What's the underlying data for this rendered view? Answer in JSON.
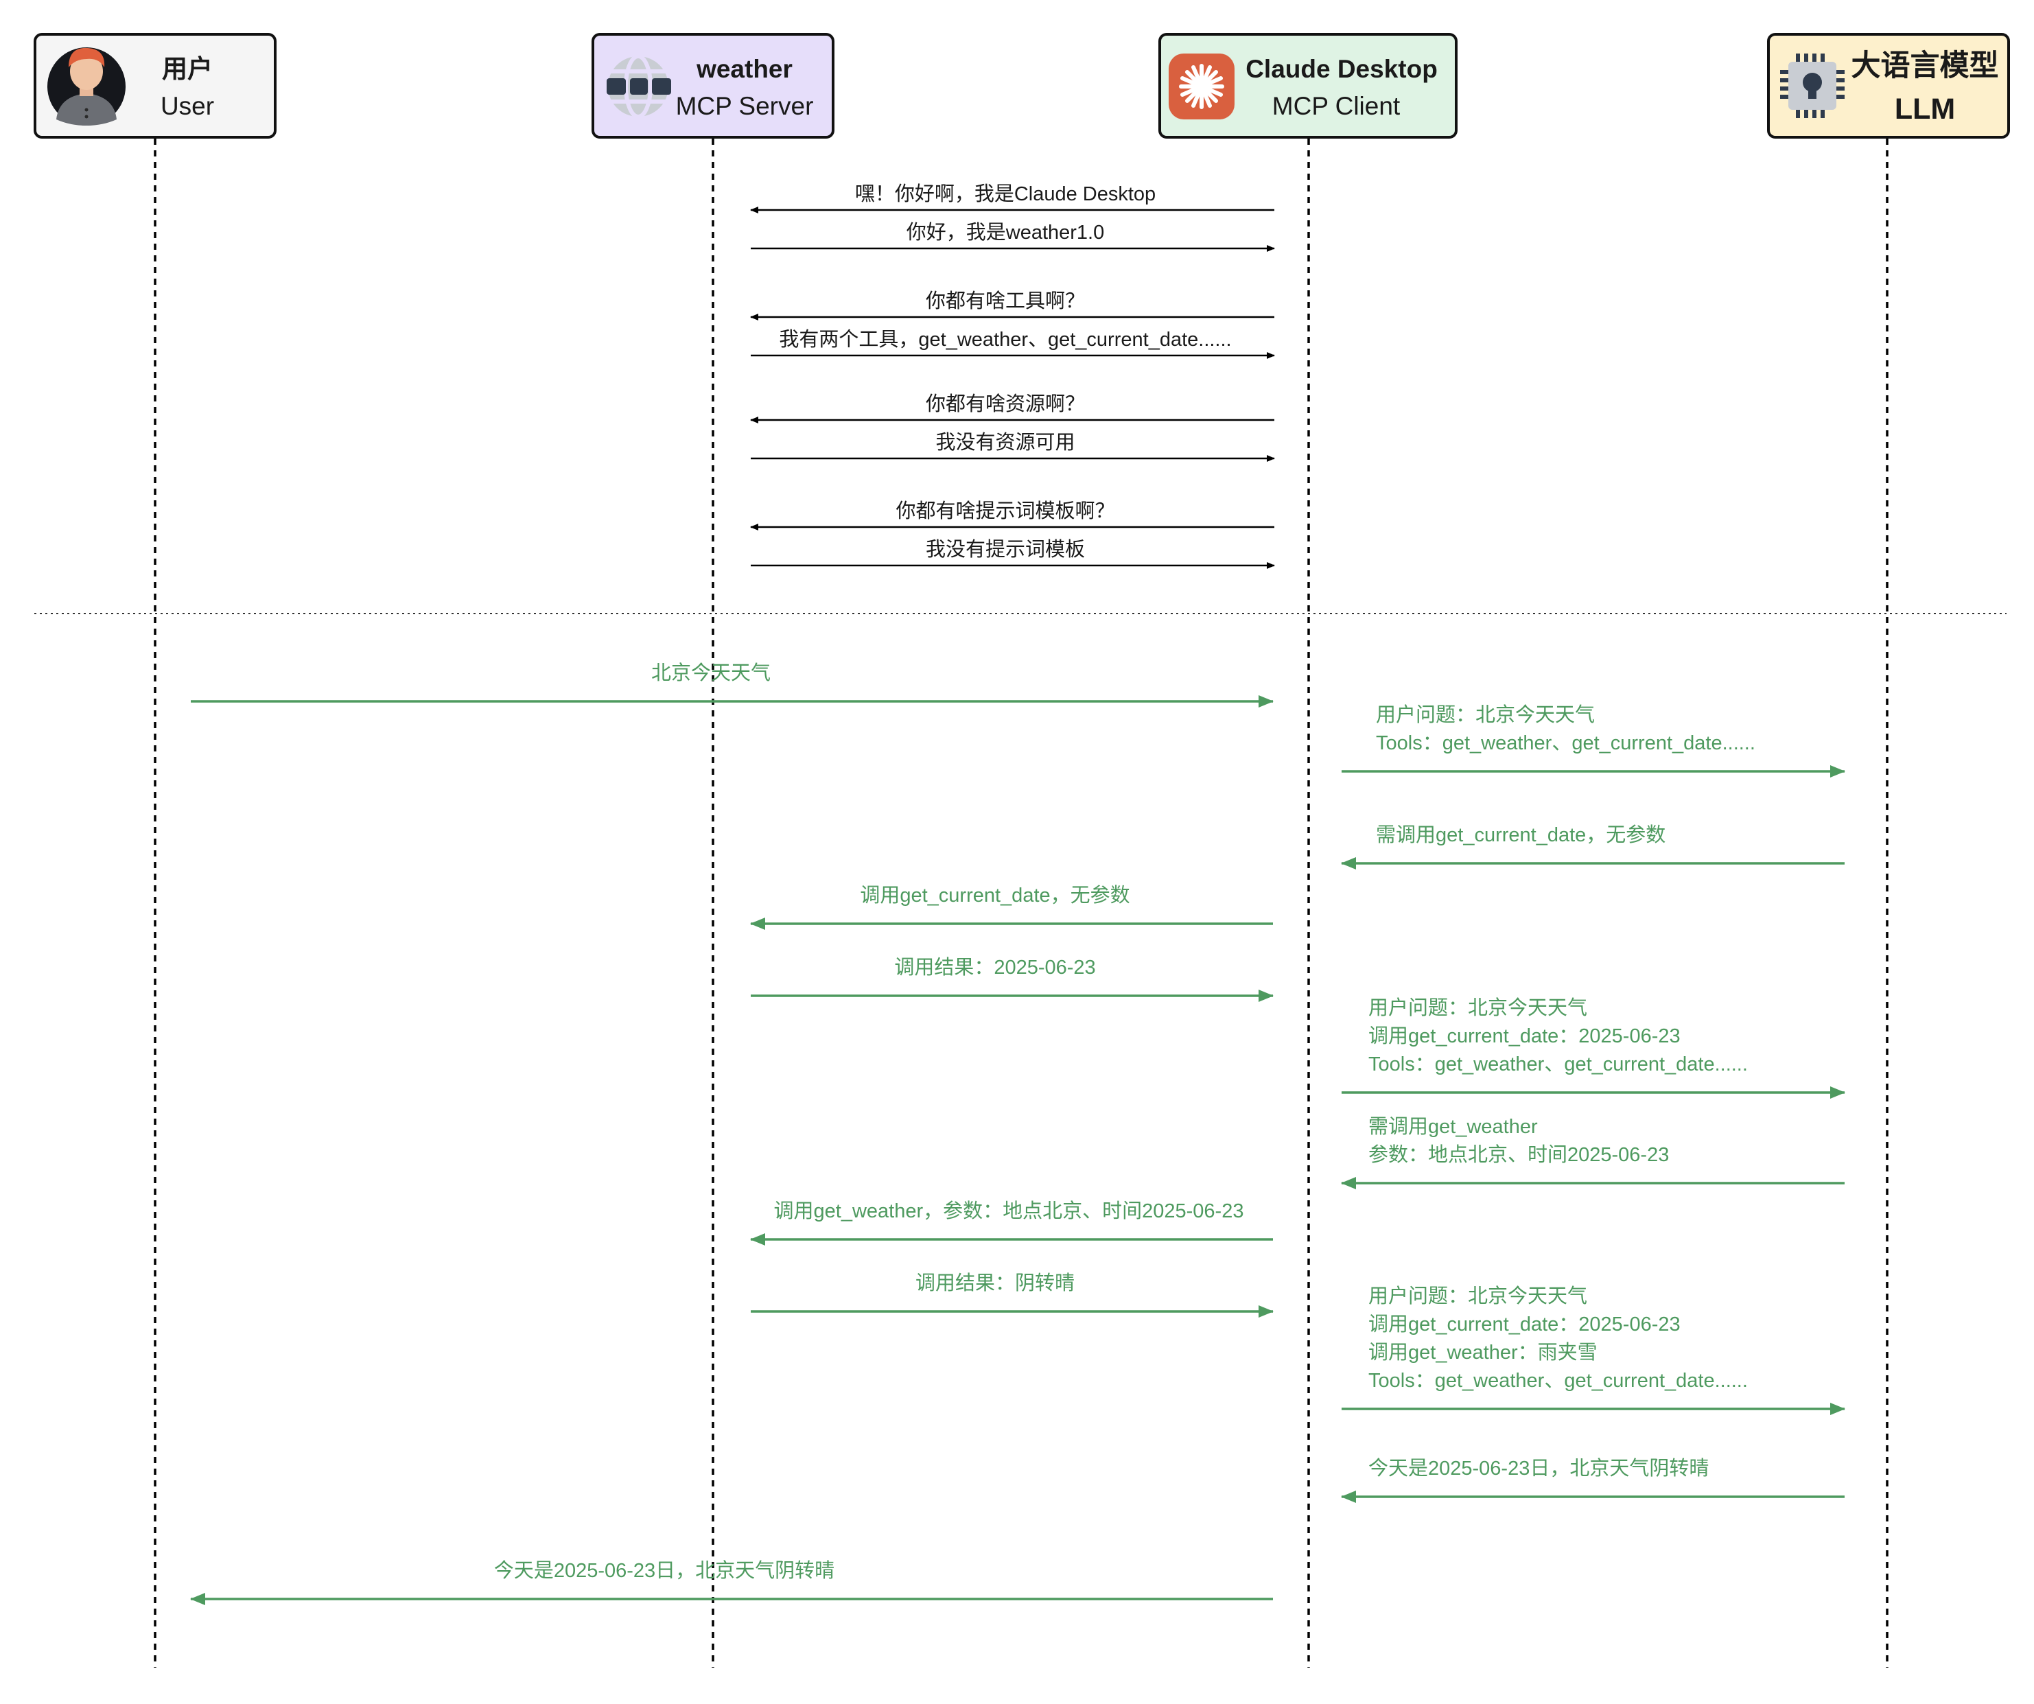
{
  "participants": [
    {
      "id": "user",
      "title": "用户",
      "subtitle": "User",
      "icon": "user-avatar-icon",
      "fill": "#f5f5f5"
    },
    {
      "id": "server",
      "title": "weather",
      "subtitle": "MCP Server",
      "icon": "globe-icon",
      "fill": "#e6defa"
    },
    {
      "id": "client",
      "title": "Claude Desktop",
      "subtitle": "MCP Client",
      "icon": "claude-logo-icon",
      "fill": "#dff3e4"
    },
    {
      "id": "llm",
      "title": "大语言模型",
      "subtitle": "LLM",
      "icon": "chip-icon",
      "fill": "#fdf0cc"
    }
  ],
  "colors": {
    "handshake": "#000000",
    "flow": "#4e9a5f",
    "claude_orange": "#d9603f"
  },
  "handshake_messages": [
    {
      "from": "client",
      "to": "server",
      "lines": [
        "嘿！你好啊，我是Claude Desktop"
      ]
    },
    {
      "from": "server",
      "to": "client",
      "lines": [
        "你好，我是weather1.0"
      ]
    },
    {
      "from": "client",
      "to": "server",
      "lines": [
        "你都有啥工具啊？"
      ]
    },
    {
      "from": "server",
      "to": "client",
      "lines": [
        "我有两个工具，get_weather、get_current_date......"
      ]
    },
    {
      "from": "client",
      "to": "server",
      "lines": [
        "你都有啥资源啊？"
      ]
    },
    {
      "from": "server",
      "to": "client",
      "lines": [
        "我没有资源可用"
      ]
    },
    {
      "from": "client",
      "to": "server",
      "lines": [
        "你都有啥提示词模板啊？"
      ]
    },
    {
      "from": "server",
      "to": "client",
      "lines": [
        "我没有提示词模板"
      ]
    }
  ],
  "flow_messages": [
    {
      "from": "user",
      "to": "client",
      "lines": [
        "北京今天天气"
      ]
    },
    {
      "from": "client",
      "to": "llm",
      "lines": [
        "用户问题：北京今天天气",
        "Tools：get_weather、get_current_date......"
      ]
    },
    {
      "from": "llm",
      "to": "client",
      "lines": [
        "需调用get_current_date，无参数"
      ]
    },
    {
      "from": "client",
      "to": "server",
      "lines": [
        "调用get_current_date，无参数"
      ]
    },
    {
      "from": "server",
      "to": "client",
      "lines": [
        "调用结果：2025-06-23"
      ]
    },
    {
      "from": "client",
      "to": "llm",
      "lines": [
        "用户问题：北京今天天气",
        "调用get_current_date：2025-06-23",
        "Tools：get_weather、get_current_date......"
      ]
    },
    {
      "from": "llm",
      "to": "client",
      "lines": [
        "需调用get_weather",
        "参数：地点北京、时间2025-06-23"
      ]
    },
    {
      "from": "client",
      "to": "server",
      "lines": [
        "调用get_weather，参数：地点北京、时间2025-06-23"
      ]
    },
    {
      "from": "server",
      "to": "client",
      "lines": [
        "调用结果：阴转晴"
      ]
    },
    {
      "from": "client",
      "to": "llm",
      "lines": [
        "用户问题：北京今天天气",
        "调用get_current_date：2025-06-23",
        "调用get_weather：雨夹雪",
        "Tools：get_weather、get_current_date......"
      ]
    },
    {
      "from": "llm",
      "to": "client",
      "lines": [
        "今天是2025-06-23日，北京天气阴转晴"
      ]
    },
    {
      "from": "client",
      "to": "user",
      "lines": [
        "今天是2025-06-23日，北京天气阴转晴"
      ]
    }
  ]
}
